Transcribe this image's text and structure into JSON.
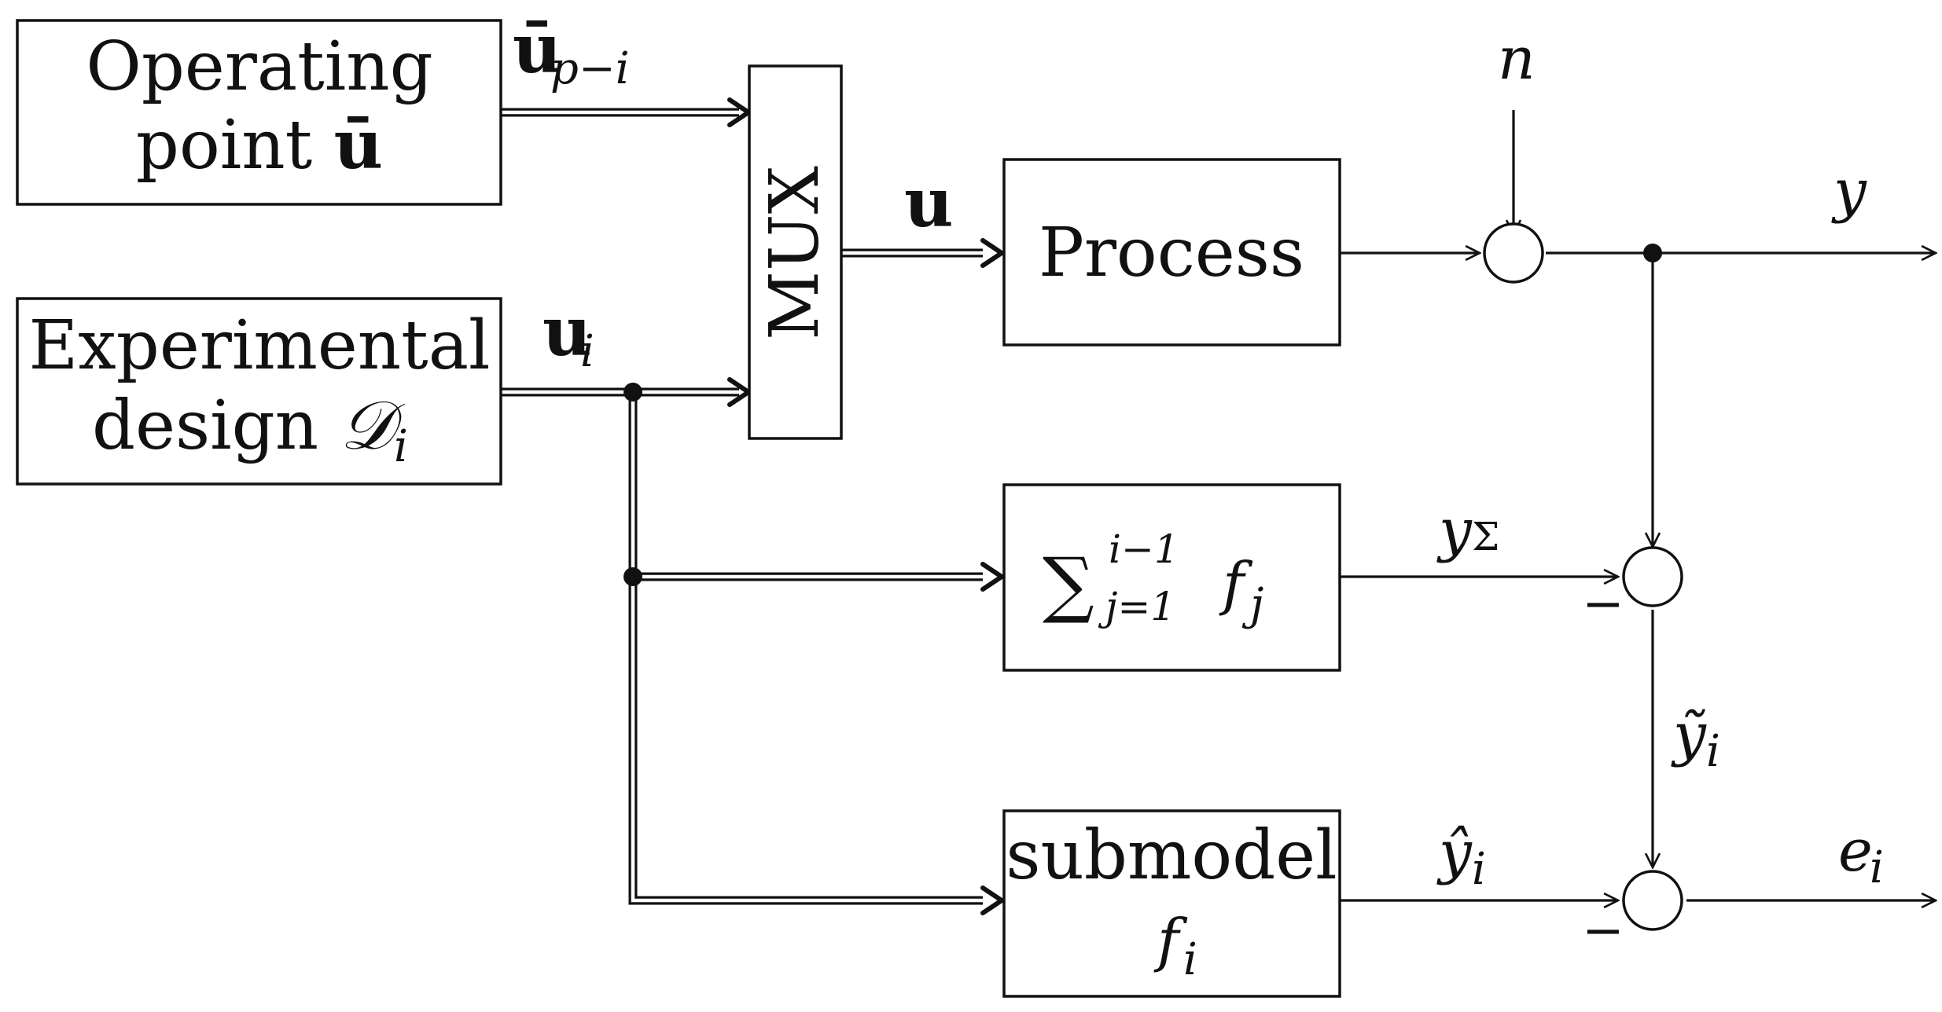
{
  "blocks": {
    "operating_point": {
      "line1": "Operating",
      "line2_text": "point ",
      "line2_symbol": "ū"
    },
    "experimental_design": {
      "line1": "Experimental",
      "line2_text": "design ",
      "line2_symbol": "𝒟",
      "line2_sub": "i"
    },
    "mux": {
      "label": "MUX"
    },
    "process": {
      "label": "Process"
    },
    "sum_model": {
      "sigma": "∑",
      "upper": "i−1",
      "lower": "j=1",
      "f": "f",
      "f_sub": "j"
    },
    "submodel": {
      "line1": "submodel",
      "f": "f",
      "f_sub": "i"
    }
  },
  "signals": {
    "u_bar_p_minus_i": {
      "base": "ū",
      "sub": "p−i"
    },
    "u_i": {
      "base": "u",
      "sub": "i"
    },
    "u": {
      "base": "u"
    },
    "n": {
      "base": "n"
    },
    "y": {
      "base": "y"
    },
    "y_sigma": {
      "base": "y",
      "sub": "Σ"
    },
    "y_tilde_i": {
      "base": "ỹ",
      "sub": "i"
    },
    "y_hat_i": {
      "base": "ŷ",
      "sub": "i"
    },
    "e_i": {
      "base": "e",
      "sub": "i"
    }
  },
  "signs": {
    "minus_sigma": "−",
    "minus_hat": "−"
  }
}
